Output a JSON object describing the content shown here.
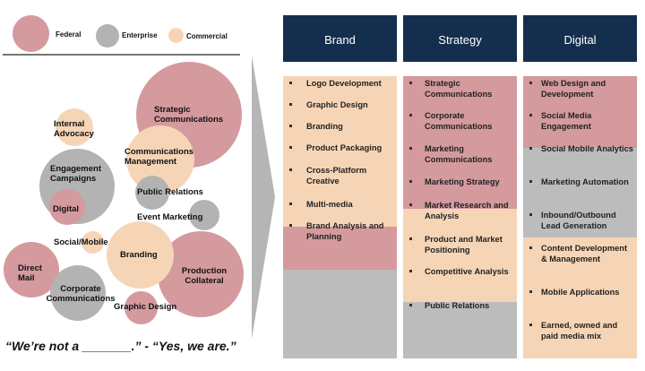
{
  "colors": {
    "federal": "#d49a9e",
    "enterprise": "#b3b3b3",
    "commercial": "#f6d5b6",
    "header": "#142f4e",
    "arrow": "#b5b5b5"
  },
  "legend": [
    {
      "label": "Federal",
      "color": "#d49a9e"
    },
    {
      "label": "Enterprise",
      "color": "#b3b3b3"
    },
    {
      "label": "Commercial",
      "color": "#f6d5b6"
    }
  ],
  "bubbles": [
    {
      "label": "Strategic Communications",
      "category": "federal"
    },
    {
      "label": "Internal Advocacy",
      "category": "commercial"
    },
    {
      "label": "Communications Management",
      "category": "commercial"
    },
    {
      "label": "Engagement Campaigns",
      "category": "enterprise"
    },
    {
      "label": "Digital",
      "category": "federal"
    },
    {
      "label": "Public Relations",
      "category": "enterprise"
    },
    {
      "label": "Event Marketing",
      "category": "enterprise"
    },
    {
      "label": "Social/Mobile",
      "category": "commercial"
    },
    {
      "label": "Branding",
      "category": "commercial"
    },
    {
      "label": "Direct Mail",
      "category": "federal"
    },
    {
      "label": "Production Collateral",
      "category": "federal"
    },
    {
      "label": "Corporate Communications",
      "category": "enterprise"
    },
    {
      "label": "Graphic Design",
      "category": "federal"
    }
  ],
  "quote": "“We’re not a _______.”  -  “Yes, we are.”",
  "columns": [
    {
      "title": "Brand",
      "items": [
        "Logo Development",
        "Graphic Design",
        "Branding",
        "Product Packaging",
        "Cross-Platform Creative",
        "Multi-media",
        "Brand Analysis and Planning"
      ]
    },
    {
      "title": "Strategy",
      "items": [
        "Strategic Communications",
        "Corporate Communications",
        "Marketing Communications",
        "Marketing Strategy",
        "Market Research and Analysis",
        "Product and Market Positioning",
        "Competitive Analysis",
        "Public Relations"
      ]
    },
    {
      "title": "Digital",
      "items": [
        "Web Design and Development",
        "Social Media Engagement",
        "Social Mobile Analytics",
        "Marketing Automation",
        "Inbound/Outbound Lead Generation",
        "Content Development & Management",
        "Mobile Applications",
        "Earned, owned and paid media mix"
      ]
    }
  ]
}
